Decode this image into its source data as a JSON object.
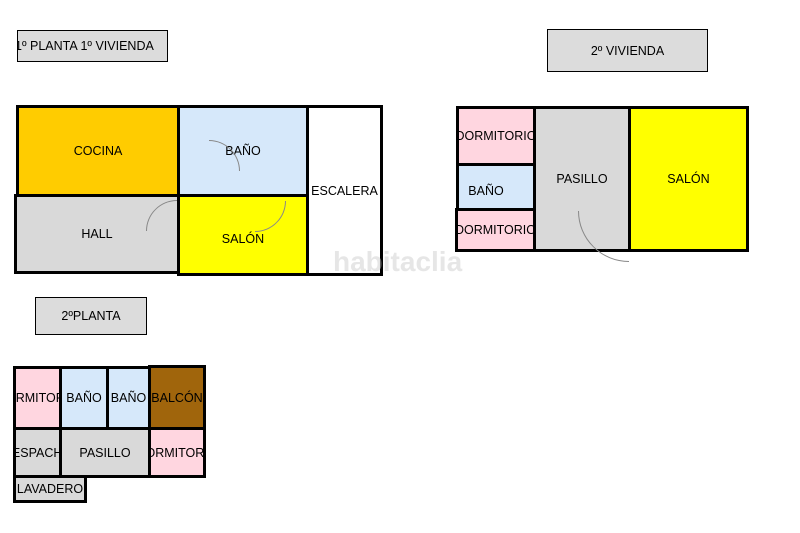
{
  "titles": {
    "planta1": "1º PLANTA 1º VIVIENDA",
    "vivienda2": "2º VIVIENDA",
    "planta2": "2ºPLANTA"
  },
  "watermark": "habitaclia",
  "colors": {
    "kitchen": "#FFCC00",
    "bath": "#D6E8FA",
    "living": "#FFFF00",
    "hall": "#D9D9D9",
    "bedroom": "#FFD6E0",
    "balcony": "#A0650C",
    "stairs": "#FFFFFF"
  },
  "planta1": {
    "cocina": "COCINA",
    "bano": "BAÑO",
    "escalera": "ESCALERA",
    "hall": "HALL",
    "salon": "SALÓN"
  },
  "vivienda2": {
    "dormitorio1": "DORMITORIO",
    "bano": "BAÑO",
    "dormitorio2": "DORMITORIO",
    "pasillo": "PASILLO",
    "salon": "SALÓN"
  },
  "planta2": {
    "dormitorio1": "DORMITORIO",
    "bano1": "BAÑO",
    "bano2": "BAÑO",
    "balcon": "BALCÓN",
    "despacho": "DESPACHO",
    "pasillo": "PASILLO",
    "dormitorio2": "DORMITORIO",
    "lavadero": "LAVADERO"
  }
}
